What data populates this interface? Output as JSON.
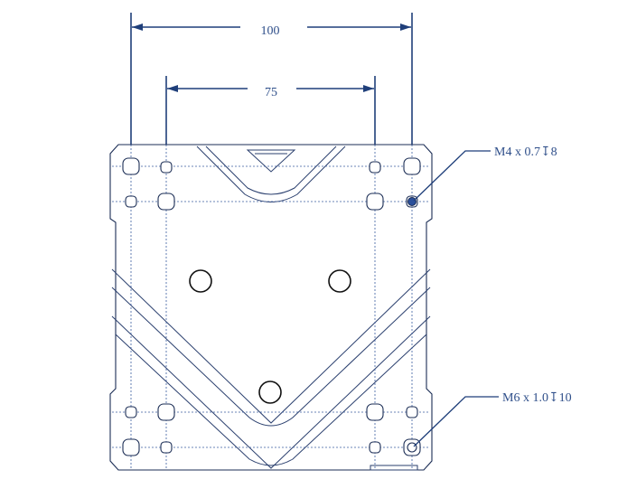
{
  "dimensions": {
    "outer_spacing": "100",
    "inner_spacing": "75"
  },
  "callouts": {
    "top_thread": "M4 x 0.7↧8",
    "bottom_thread": "M6 x 1.0↧10"
  },
  "colors": {
    "line": "#1b2d55",
    "dimension": "#1f3f7a",
    "text": "#2f4f8a",
    "highlight_hole": "#2a4f9a"
  }
}
